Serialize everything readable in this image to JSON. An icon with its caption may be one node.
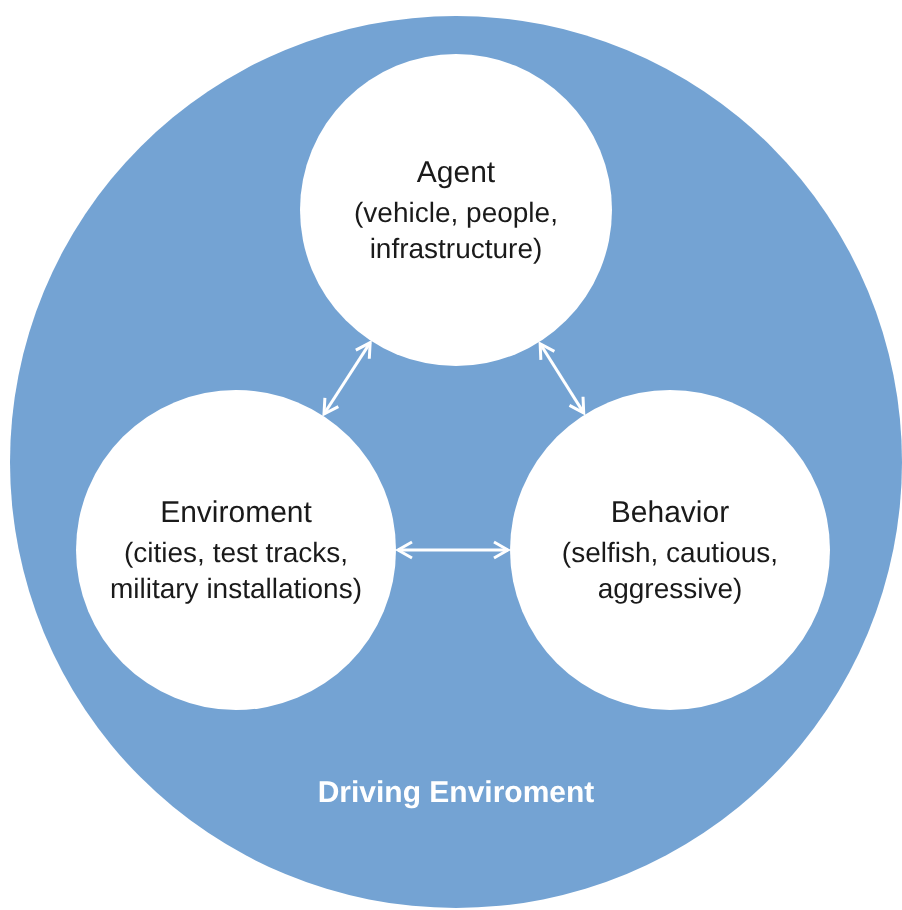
{
  "diagram": {
    "nodes": [
      {
        "text": [
          "Driving Enviroment"
        ]
      },
      {
        "text": [
          "Agent",
          "(vehicle, people, infrastructure)"
        ],
        "in": 0
      },
      {
        "text": [
          "Enviroment",
          "(cities, test tracks, military installations)"
        ],
        "in": 0
      },
      {
        "text": [
          "Behavior",
          "(selfish, cautious, aggressive)"
        ],
        "in": 0
      }
    ],
    "edges": [
      {
        "from": 1,
        "to": 2,
        "arrow": "both"
      },
      {
        "from": 1,
        "to": 3,
        "arrow": "both"
      },
      {
        "from": 2,
        "to": 3,
        "arrow": "both"
      }
    ]
  }
}
